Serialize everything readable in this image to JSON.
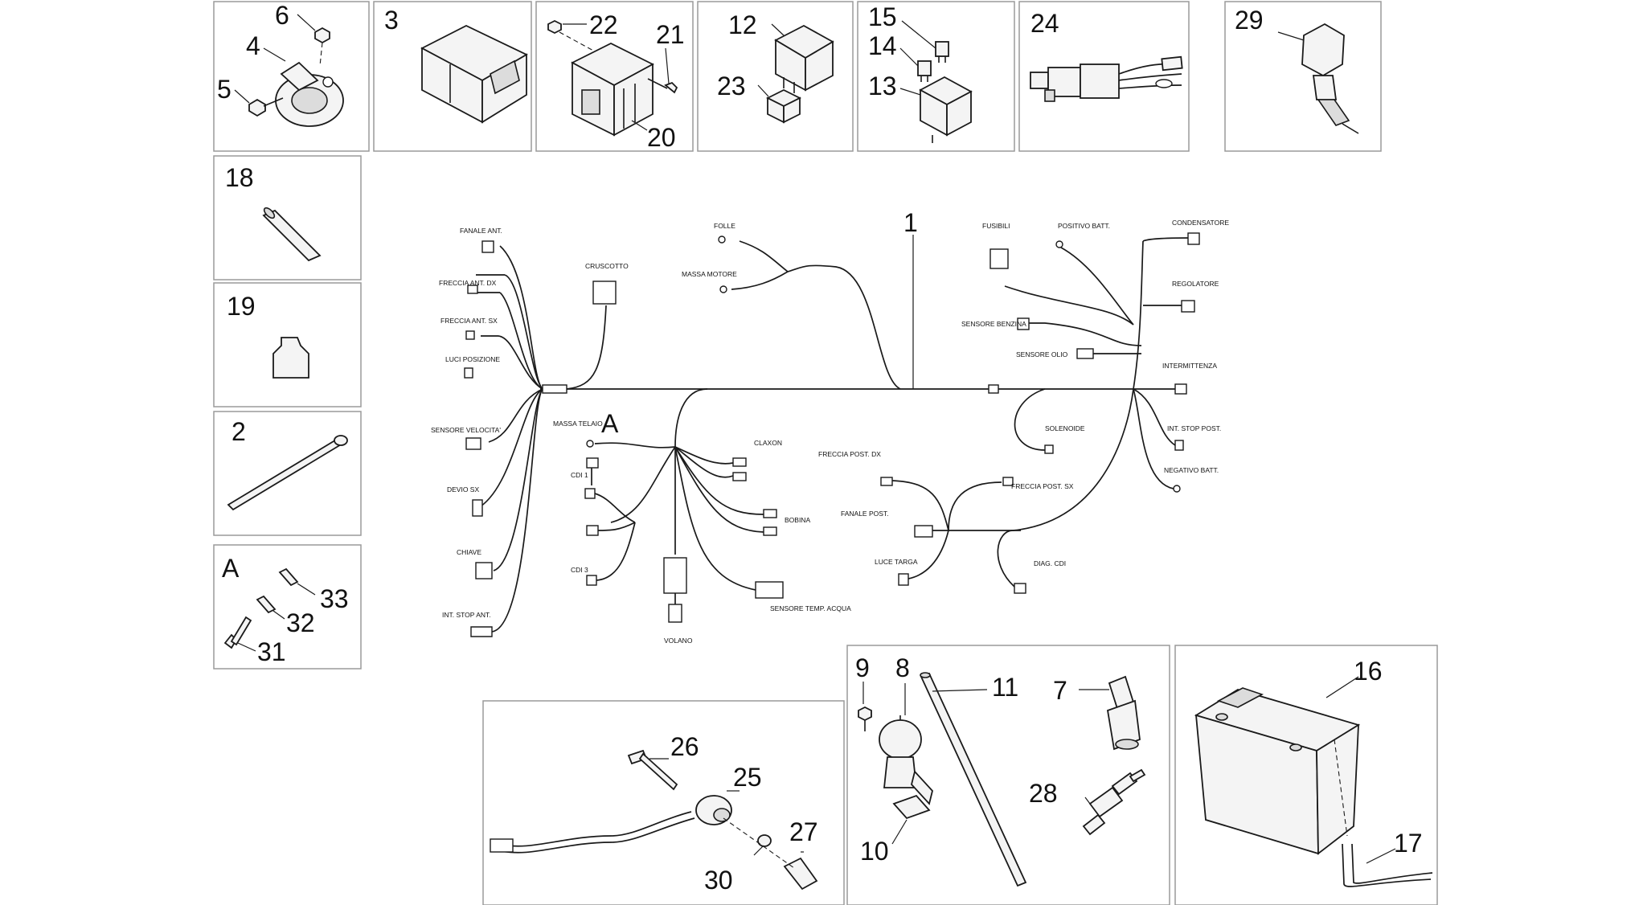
{
  "callouts": {
    "n1": "1",
    "n2": "2",
    "n3": "3",
    "n4": "4",
    "n5": "5",
    "n6": "6",
    "n7": "7",
    "n8": "8",
    "n9": "9",
    "n10": "10",
    "n11": "11",
    "n12": "12",
    "n13": "13",
    "n14": "14",
    "n15": "15",
    "n16": "16",
    "n17": "17",
    "n18": "18",
    "n19": "19",
    "n20": "20",
    "n21": "21",
    "n22": "22",
    "n23": "23",
    "n24": "24",
    "n25": "25",
    "n26": "26",
    "n27": "27",
    "n28": "28",
    "n29": "29",
    "n30": "30",
    "n31": "31",
    "n32": "32",
    "n33": "33",
    "A_box": "A",
    "A_harness": "A"
  },
  "harness_labels": {
    "fanale_ant": "FANALE ANT.",
    "freccia_ant_dx": "FRECCIA ANT. DX",
    "freccia_ant_sx": "FRECCIA ANT. SX",
    "luci_posizione": "LUCI POSIZIONE",
    "sensore_velocita": "SENSORE VELOCITA'",
    "devio_sx": "DEVIO SX",
    "chiave": "CHIAVE",
    "int_stop_ant": "INT. STOP ANT.",
    "cruscotto": "CRUSCOTTO",
    "folle": "FOLLE",
    "massa_motore": "MASSA MOTORE",
    "massa_telaio": "MASSA TELAIO",
    "cdi_1": "CDI 1",
    "cdi_3": "CDI 3",
    "claxon": "CLAXON",
    "bobina": "BOBINA",
    "sensore_temp_acqua": "SENSORE TEMP. ACQUA",
    "volano": "VOLANO",
    "fusibili": "FUSIBILI",
    "positivo_batt": "POSITIVO BATT.",
    "condensatore": "CONDENSATORE",
    "regolatore": "REGOLATORE",
    "sensore_benzina": "SENSORE BENZINA",
    "sensore_olio": "SENSORE OLIO",
    "intermittenza": "INTERMITTENZA",
    "solenoide": "SOLENOIDE",
    "int_stop_post": "INT. STOP POST.",
    "negativo_batt": "NEGATIVO BATT.",
    "freccia_post_dx": "FRECCIA POST. DX",
    "freccia_post_sx": "FRECCIA POST. SX",
    "fanale_post": "FANALE POST.",
    "luce_targa": "LUCE TARGA",
    "diag_cdi": "DIAG. CDI"
  }
}
